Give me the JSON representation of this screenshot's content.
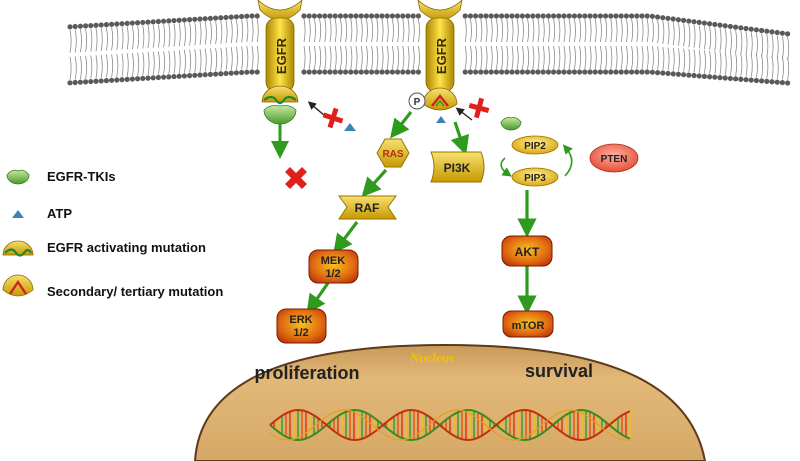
{
  "receptors": [
    {
      "label": "EGFR"
    },
    {
      "label": "EGFR"
    }
  ],
  "phospho_label": "P",
  "nodes": {
    "ras": "RAS",
    "raf": "RAF",
    "mek": [
      "MEK",
      "1/2"
    ],
    "erk": [
      "ERK",
      "1/2"
    ],
    "pi3k": "PI3K",
    "pip2": "PIP2",
    "pip3": "PIP3",
    "pten": "PTEN",
    "akt": "AKT",
    "mtor": "mTOR"
  },
  "nucleus": {
    "label": "Nucleus",
    "left_outcome": "proliferation",
    "right_outcome": "survival"
  },
  "legend": [
    {
      "icon": "egfr-tki-icon",
      "label": "EGFR-TKIs"
    },
    {
      "icon": "atp-icon",
      "label": "ATP"
    },
    {
      "icon": "activating-mutation-icon",
      "label": "EGFR activating mutation"
    },
    {
      "icon": "secondary-mutation-icon",
      "label": "Secondary/ tertiary mutation"
    }
  ],
  "colors": {
    "membrane_head": "#5a5a5a",
    "receptor_gold": "#d9b800",
    "arrow_green": "#2e9b1f",
    "inhibit_red": "#e0201b",
    "atp_blue": "#3a86b3",
    "node_orange": "#e89a1a",
    "node_red": "#c83a10",
    "nucleus_fill": "#d9a867",
    "nucleus_outline": "#5a3a1a"
  }
}
